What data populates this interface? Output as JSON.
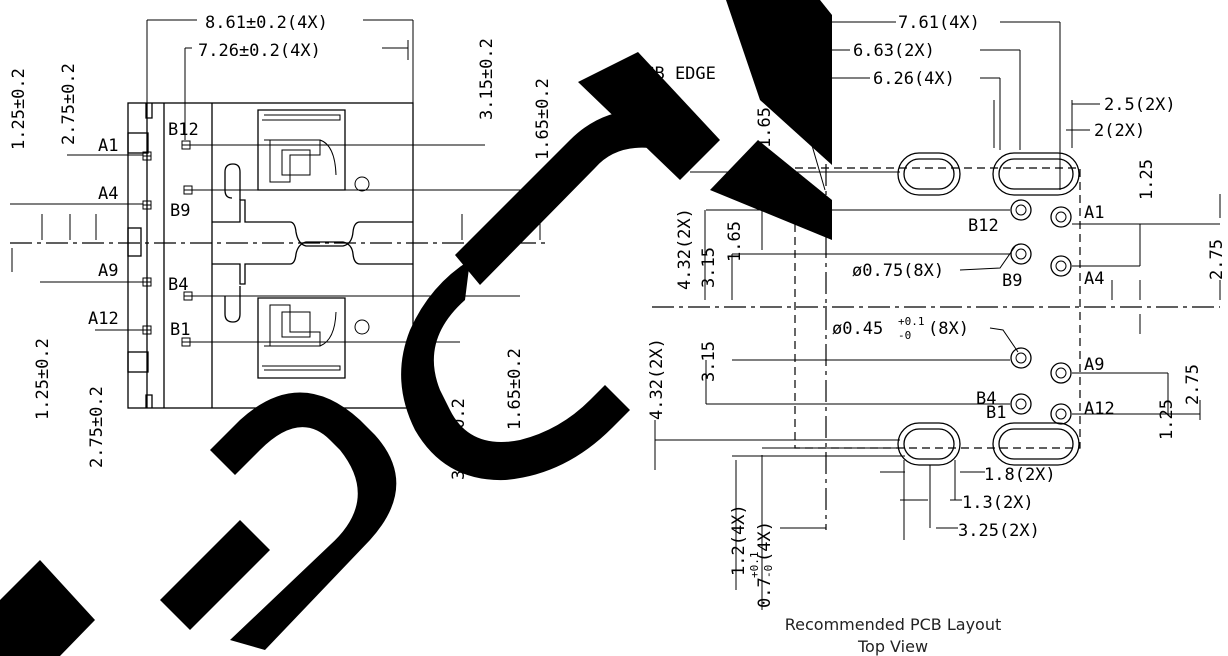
{
  "left_view": {
    "dims": {
      "width_outer": "8.61±0.2(4X)",
      "width_inner": "7.26±0.2(4X)",
      "top_right_1": "3.15±0.2",
      "top_right_2": "1.65±0.2",
      "left_top_1": "1.25±0.2",
      "left_top_2": "2.75±0.2",
      "left_bot_1": "1.25±0.2",
      "left_bot_2": "2.75±0.2",
      "bot_right_1": "3.15±0.2",
      "bot_right_2": "1.65±0.2"
    },
    "pins": {
      "a1": "A1",
      "a4": "A4",
      "a9": "A9",
      "a12": "A12",
      "b12": "B12",
      "b9": "B9",
      "b4": "B4",
      "b1": "B1"
    }
  },
  "right_view": {
    "pcb_edge": "PCB EDGE",
    "dims": {
      "w1": "7.61(4X)",
      "w2": "6.63(2X)",
      "w3": "6.26(4X)",
      "r1": "2.5(2X)",
      "r2": "2(2X)",
      "v165": "1.65",
      "left_432_top": "4.32(2X)",
      "left_315_top": "3.15",
      "left_165_top": "1.65",
      "left_315_bot": "3.15",
      "left_432_bot": "4.32(2X)",
      "right_125_top": "1.25",
      "right_275_top": "2.75",
      "right_275_bot": "2.75",
      "right_125_bot": "1.25",
      "hole_075": "ø0.75(8X)",
      "hole_045": "ø0.45",
      "hole_045_tol_plus": "+0.1",
      "hole_045_tol_minus": "-0",
      "hole_045_count": "(8X)",
      "b18": "1.8(2X)",
      "b13": "1.3(2X)",
      "b325": "3.25(2X)",
      "b12": "1.2(4X)",
      "b07": "0.7",
      "b07_tol_plus": "+0.1",
      "b07_tol_minus": "-0",
      "b07_count": "(4X)"
    },
    "pins": {
      "b12": "B12",
      "a1": "A1",
      "b9": "B9",
      "a4": "A4",
      "a9": "A9",
      "b4": "B4",
      "b1": "B1",
      "a12": "A12"
    }
  },
  "caption": {
    "line1": "Recommended PCB Layout",
    "line2": "Top View"
  }
}
